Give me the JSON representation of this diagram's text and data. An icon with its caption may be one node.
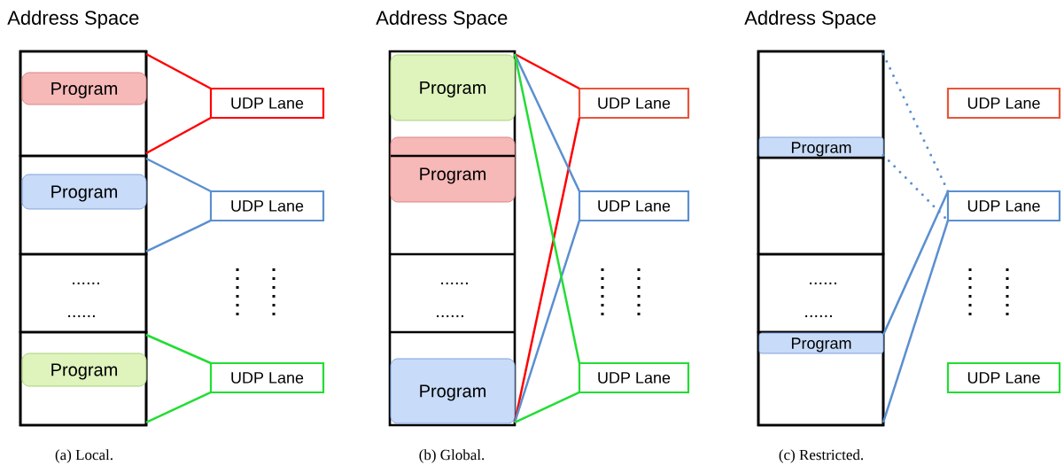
{
  "diagram": {
    "nodes": [
      {
        "text": [
          "Address Space"
        ]
      },
      {
        "text": [],
        "shape": "box",
        "in": 0
      },
      {
        "text": [
          "Program"
        ],
        "in": 1
      },
      {
        "text": [],
        "shape": "box",
        "in": 0
      },
      {
        "text": [
          "Program"
        ],
        "in": 3
      },
      {
        "text": [],
        "shape": "box",
        "in": 0
      },
      {
        "text": [],
        "shape": "box",
        "in": 0
      },
      {
        "text": [
          "Program"
        ],
        "in": 6
      },
      {
        "text": [
          "UDP Lane"
        ]
      },
      {
        "text": [
          "UDP Lane"
        ]
      },
      {
        "text": [
          "UDP Lane"
        ]
      },
      {
        "text": [
          "Address Space"
        ]
      },
      {
        "text": [
          "Program"
        ],
        "in": 11
      },
      {
        "text": [
          "Program"
        ],
        "in": 11
      },
      {
        "text": [
          "Program"
        ],
        "in": 11
      },
      {
        "text": [
          "UDP Lane"
        ]
      },
      {
        "text": [
          "UDP Lane"
        ]
      },
      {
        "text": [
          "UDP Lane"
        ]
      },
      {
        "text": [
          "Address Space"
        ]
      },
      {
        "text": [],
        "shape": "box",
        "in": 18
      },
      {
        "text": [
          "Program"
        ],
        "in": 19
      },
      {
        "text": [],
        "shape": "box",
        "in": 18
      },
      {
        "text": [],
        "shape": "box",
        "in": 18
      },
      {
        "text": [],
        "shape": "box",
        "in": 18
      },
      {
        "text": [
          "Program"
        ],
        "in": 23
      },
      {
        "text": [
          "UDP Lane"
        ]
      },
      {
        "text": [
          "UDP Lane"
        ]
      },
      {
        "text": [
          "UDP Lane"
        ]
      }
    ],
    "edges": [
      {
        "from": 1,
        "to": 8,
        "arrow": "none",
        "color": "#ff0000"
      },
      {
        "from": 1,
        "to": 8,
        "arrow": "none",
        "color": "#ff0000"
      },
      {
        "from": 3,
        "to": 9,
        "arrow": "none",
        "color": "#5b8fd0"
      },
      {
        "from": 3,
        "to": 9,
        "arrow": "none",
        "color": "#5b8fd0"
      },
      {
        "from": 6,
        "to": 10,
        "arrow": "none",
        "color": "#22dd33"
      },
      {
        "from": 6,
        "to": 10,
        "arrow": "none",
        "color": "#22dd33"
      },
      {
        "from": 11,
        "to": 15,
        "arrow": "none",
        "color": "#ff0000"
      },
      {
        "from": 11,
        "to": 15,
        "arrow": "none",
        "color": "#ff0000"
      },
      {
        "from": 11,
        "to": 16,
        "arrow": "none",
        "color": "#5b8fd0"
      },
      {
        "from": 11,
        "to": 16,
        "arrow": "none",
        "color": "#5b8fd0"
      },
      {
        "from": 11,
        "to": 17,
        "arrow": "none",
        "color": "#22dd33"
      },
      {
        "from": 11,
        "to": 17,
        "arrow": "none",
        "color": "#22dd33"
      },
      {
        "from": 19,
        "to": 26,
        "arrow": "none",
        "style": "dashed",
        "color": "#5b8fd0"
      },
      {
        "from": 19,
        "to": 26,
        "arrow": "none",
        "style": "dashed",
        "color": "#5b8fd0"
      },
      {
        "from": 23,
        "to": 26,
        "arrow": "none",
        "color": "#5b8fd0"
      },
      {
        "from": 23,
        "to": 26,
        "arrow": "none",
        "color": "#5b8fd0"
      }
    ],
    "labels": [
      "......",
      "......",
      "......",
      "......",
      "......",
      "......",
      "(a) Local.",
      "(b) Global.",
      "(c) Restricted."
    ]
  }
}
